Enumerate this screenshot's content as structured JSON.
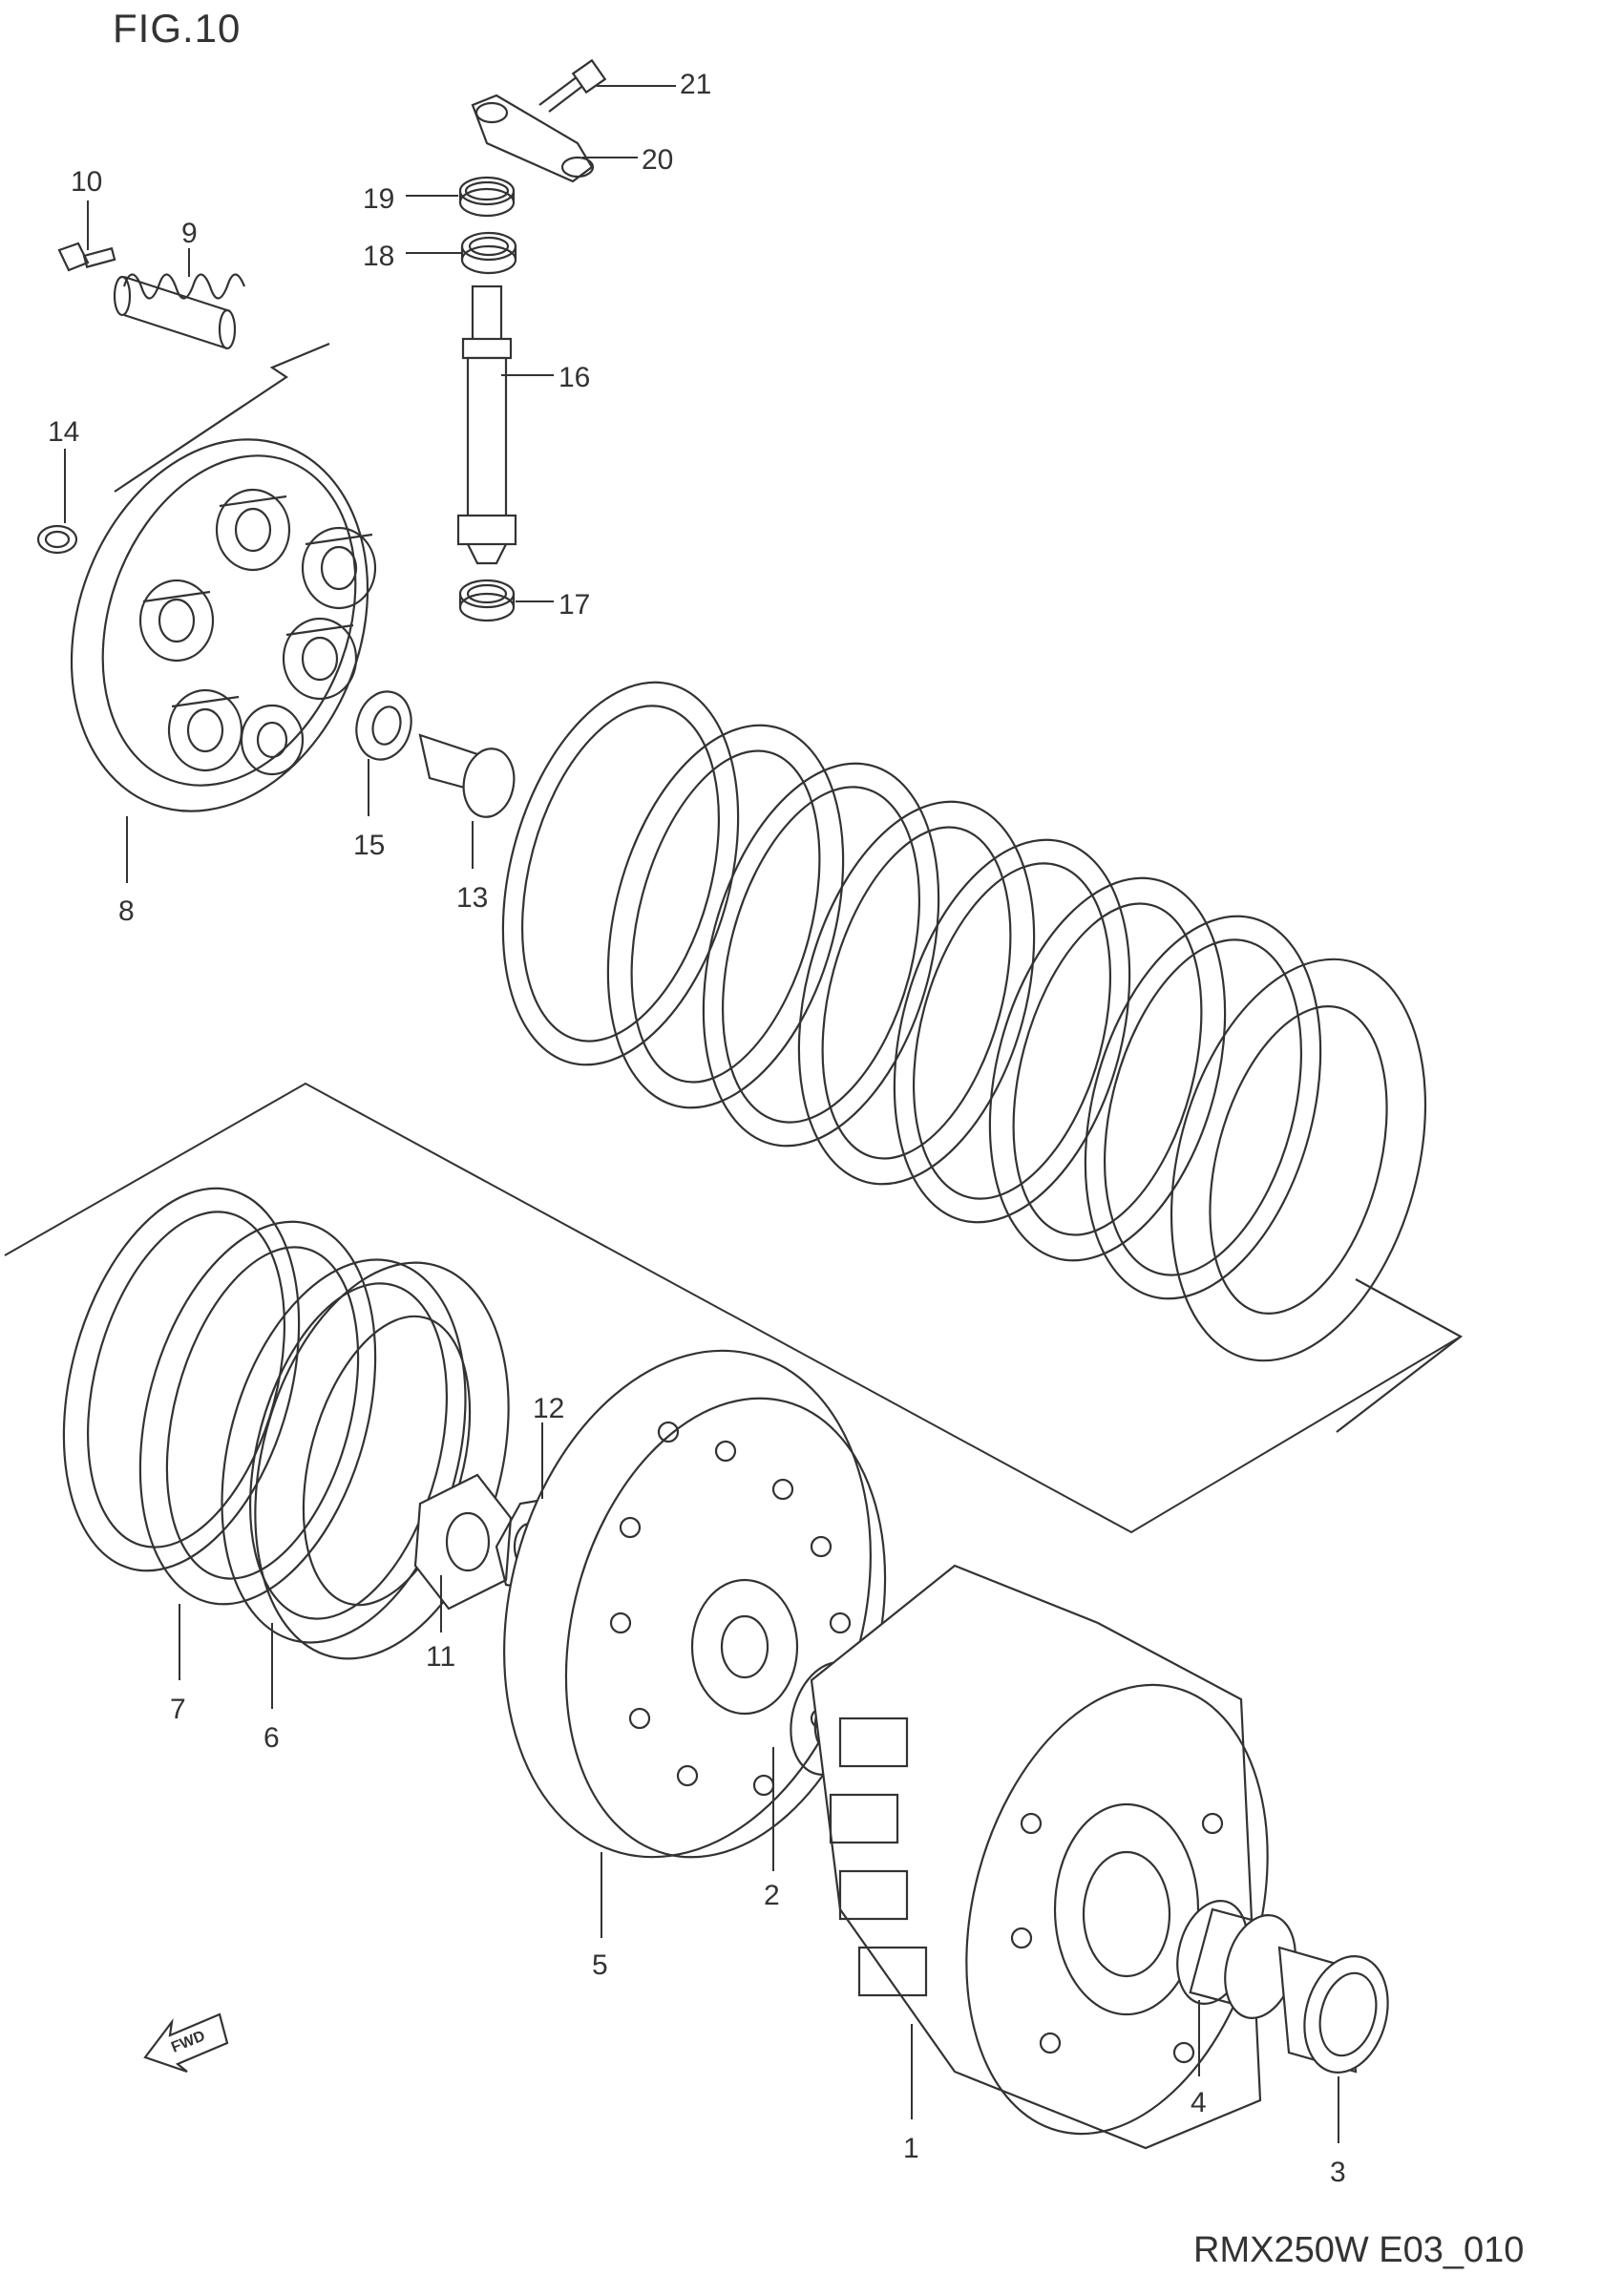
{
  "figure": {
    "title": "FIG.10",
    "code": "RMX250W E03_010"
  },
  "direction_arrow": {
    "label": "FWD",
    "icon": "fwd-arrow-icon"
  },
  "callouts": [
    {
      "id": "1",
      "label": "1"
    },
    {
      "id": "2",
      "label": "2"
    },
    {
      "id": "3",
      "label": "3"
    },
    {
      "id": "4",
      "label": "4"
    },
    {
      "id": "5",
      "label": "5"
    },
    {
      "id": "6",
      "label": "6"
    },
    {
      "id": "7",
      "label": "7"
    },
    {
      "id": "8",
      "label": "8"
    },
    {
      "id": "9",
      "label": "9"
    },
    {
      "id": "10",
      "label": "10"
    },
    {
      "id": "11",
      "label": "11"
    },
    {
      "id": "12",
      "label": "12"
    },
    {
      "id": "13",
      "label": "13"
    },
    {
      "id": "14",
      "label": "14"
    },
    {
      "id": "15",
      "label": "15"
    },
    {
      "id": "16",
      "label": "16"
    },
    {
      "id": "17",
      "label": "17"
    },
    {
      "id": "18",
      "label": "18"
    },
    {
      "id": "19",
      "label": "19"
    },
    {
      "id": "20",
      "label": "20"
    },
    {
      "id": "21",
      "label": "21"
    }
  ],
  "colors": {
    "line": "#333333",
    "background": "#ffffff"
  }
}
